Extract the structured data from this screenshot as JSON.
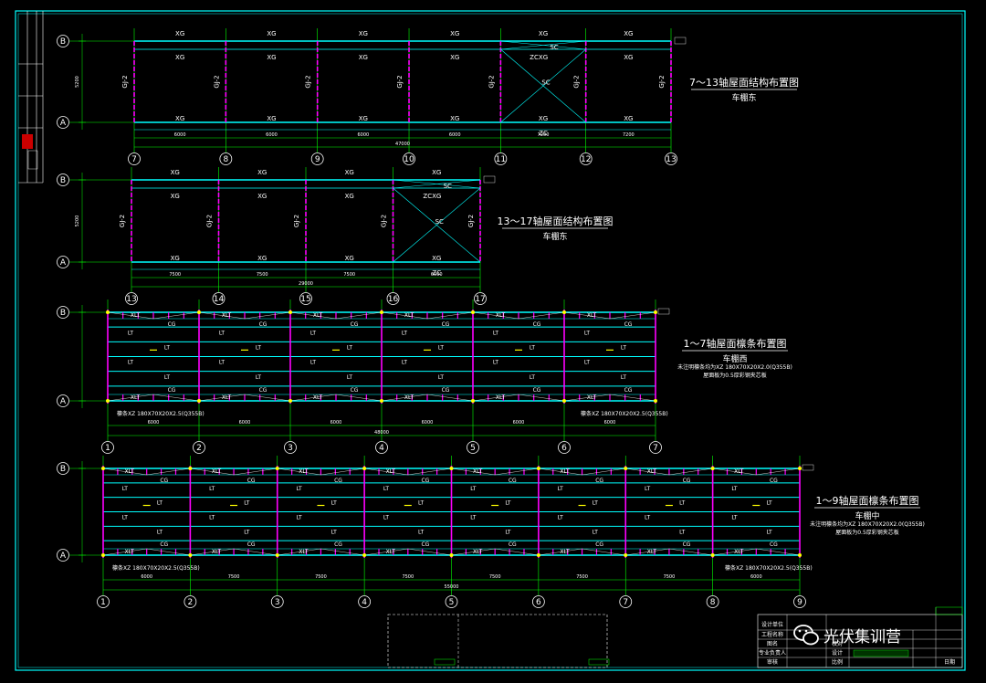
{
  "drawings": [
    {
      "title": "7～13轴屋面结构布置图",
      "subtitle": "车棚东",
      "axes": [
        "7",
        "8",
        "9",
        "10",
        "11",
        "12",
        "13"
      ],
      "span_labels": [
        "6000",
        "6000",
        "6000",
        "6000",
        "7200",
        "7200"
      ],
      "total_label": "47000",
      "column_label": "GJ-2",
      "height_label": "5200"
    },
    {
      "title": "13～17轴屋面结构布置图",
      "subtitle": "车棚东",
      "axes": [
        "13",
        "14",
        "15",
        "16",
        "17"
      ],
      "span_labels": [
        "7500",
        "7500",
        "7500",
        "6000"
      ],
      "total_label": "29000",
      "column_label": "GJ-2",
      "height_label": "5200"
    },
    {
      "title": "1～7轴屋面檩条布置图",
      "subtitle": "车棚西",
      "axes": [
        "1",
        "2",
        "3",
        "4",
        "5",
        "6",
        "7"
      ],
      "span_labels": [
        "6000",
        "6000",
        "6000",
        "6000",
        "6000",
        "6000"
      ],
      "total_label": "48000",
      "purlin_note_left": "檩条XZ 180X70X20X2.5(Q355B)",
      "purlin_note_right": "檩条XZ 180X70X20X2.5(Q355B)",
      "side_note_1": "未注明檩条均为XZ 180X70X20X2.0(Q355B)",
      "side_note_2": "屋面板为0.5厚彩钢夹芯板"
    },
    {
      "title": "1～9轴屋面檩条布置图",
      "subtitle": "车棚中",
      "axes": [
        "1",
        "2",
        "3",
        "4",
        "5",
        "6",
        "7",
        "8",
        "9"
      ],
      "span_labels": [
        "6000",
        "7500",
        "7500",
        "7500",
        "7500",
        "7500",
        "7500",
        "6000"
      ],
      "total_label": "55000",
      "purlin_note_left": "檩条XZ 180X70X20X2.5(Q355B)",
      "purlin_note_right": "檩条XZ 180X70X20X2.5(Q355B)",
      "side_note_1": "未注明檩条均为XZ 180X70X20X2.0(Q355B)",
      "side_note_2": "屋面板为0.5厚彩钢夹芯板"
    }
  ],
  "rows": [
    "B",
    "A"
  ],
  "member_labels": {
    "xg": "XG",
    "zc": "ZC",
    "sc": "SC",
    "xlt": "XLT",
    "lt": "LT",
    "cg": "CG"
  },
  "watermark": "光伏集训营",
  "title_block": {
    "cells": [
      "设计单位",
      "工程名称",
      "图名",
      "专业负责人",
      "审核",
      "校对",
      "设计",
      "比例",
      "日期"
    ]
  },
  "colors": {
    "frame": "#00ffff",
    "grid": "#00ff00",
    "column": "#ff00ff",
    "text": "#ffffff",
    "red": "#ff0000",
    "yellow": "#ffff00"
  },
  "icons": [
    "wechat-icon"
  ]
}
